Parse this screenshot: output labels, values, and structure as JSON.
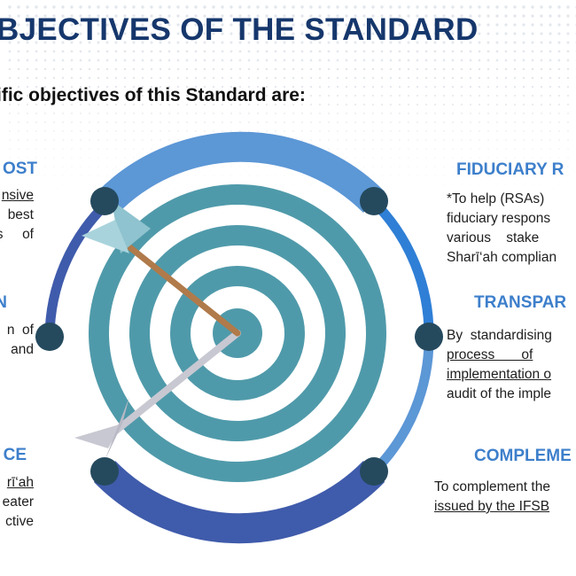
{
  "slide": {
    "title": "BJECTIVES OF THE STANDARD",
    "subtitle": "ific objectives of this Standard are:",
    "colors": {
      "title": "#16376c",
      "heading": "#3d7fcb",
      "ring_light": "#5c97d6",
      "ring_dark": "#3f5bab",
      "target_teal": "#4f9aaa",
      "node": "#254a5e",
      "arrow_shaft": "#b07a4a",
      "arrow_fletch": "#8fc3cf",
      "arrow_grey": "#c8c8d2"
    },
    "left": [
      {
        "heading": "OST",
        "lines": [
          "nsive",
          "best",
          "s     of"
        ]
      },
      {
        "heading": "N",
        "lines": [
          "n  of",
          "and"
        ]
      },
      {
        "heading": "CE",
        "lines": [
          "rī‘ah",
          "eater",
          "ctive"
        ]
      }
    ],
    "right": [
      {
        "heading": "FIDUCIARY R",
        "lines": [
          "*To help (RSAs)",
          "fiduciary respons",
          "various    stake",
          "Sharī‘ah complian"
        ]
      },
      {
        "heading": "TRANSPAR",
        "lines": [
          "By  standardising",
          "process       of",
          "implementation o",
          "audit of the imple"
        ]
      },
      {
        "heading": "COMPLEME",
        "lines": [
          "To complement the",
          "issued by the IFSB"
        ]
      }
    ]
  }
}
